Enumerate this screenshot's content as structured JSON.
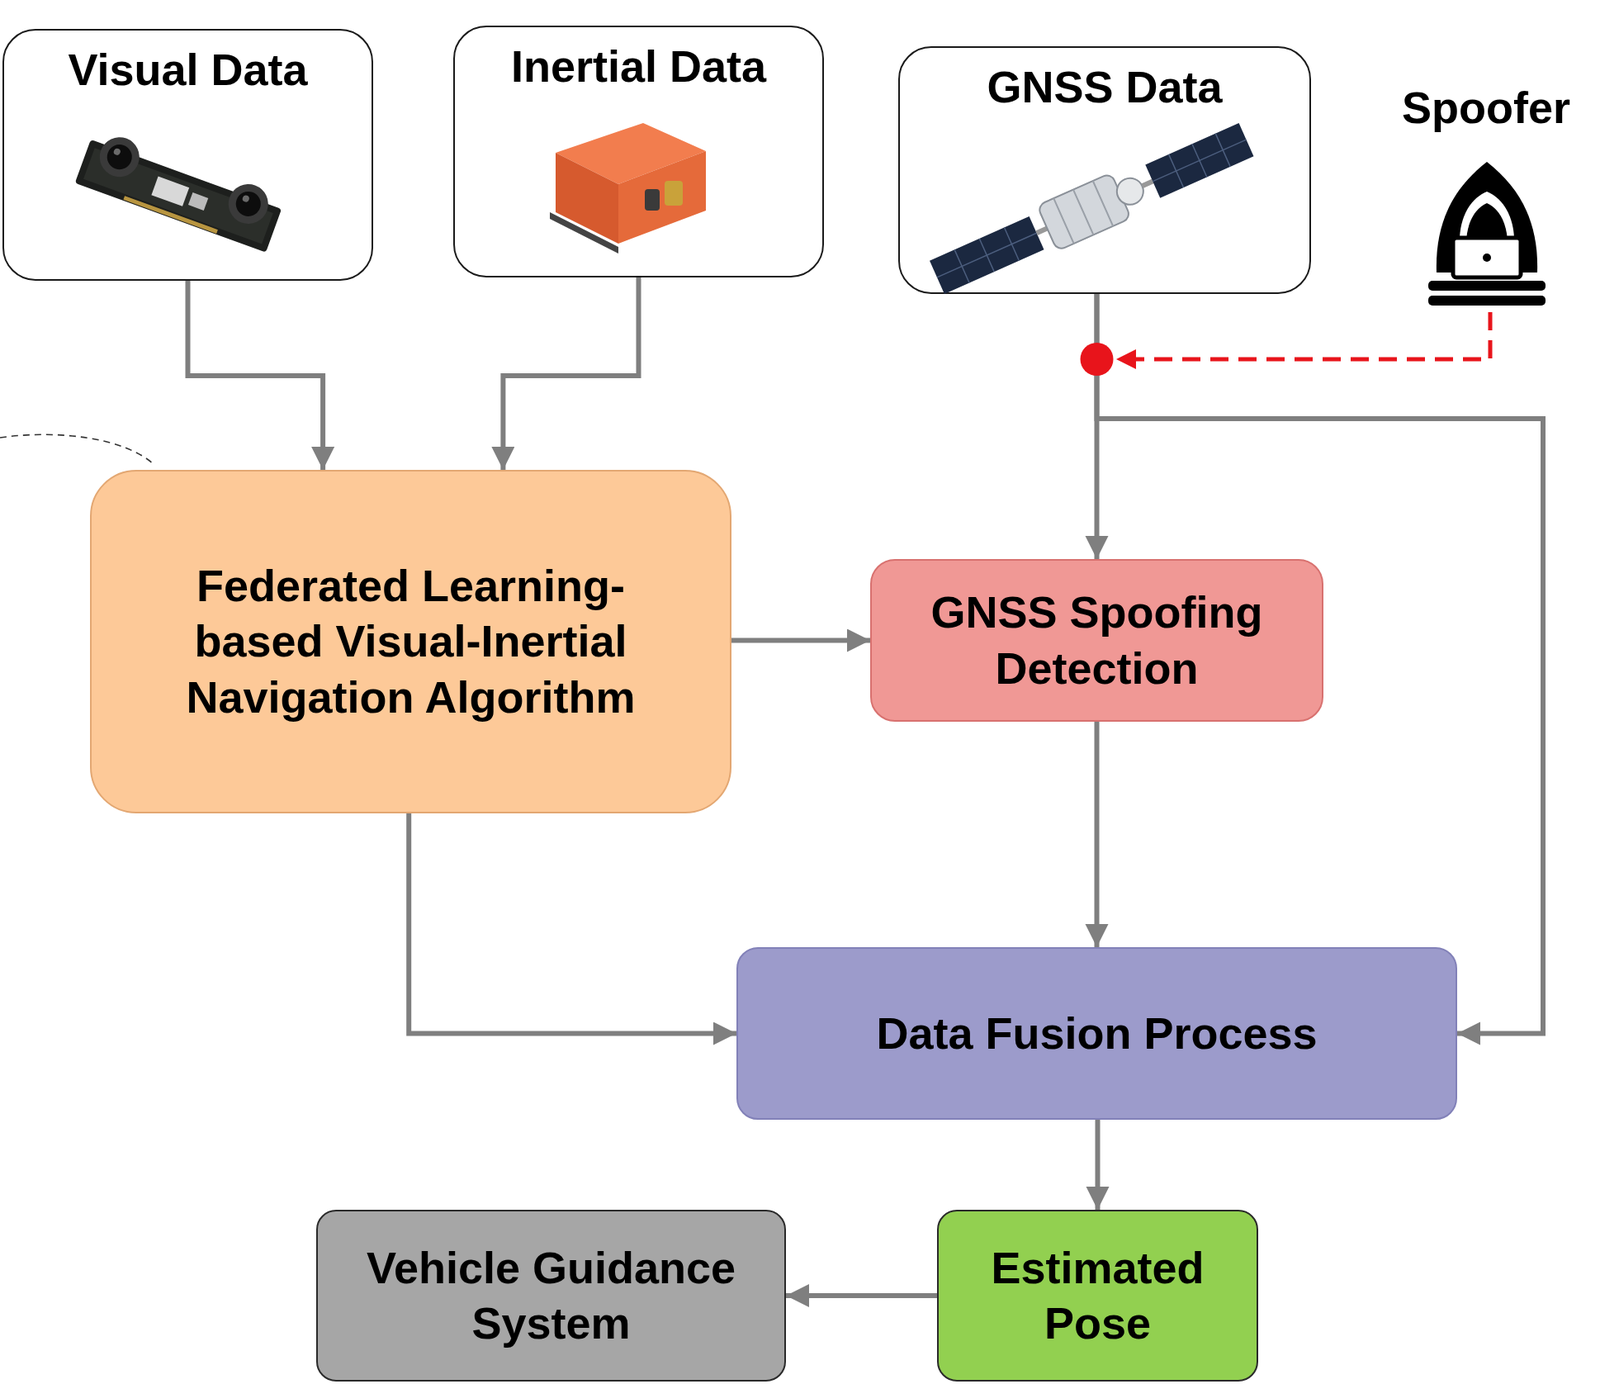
{
  "diagram": {
    "nodes": [
      {
        "text": [
          "Visual Data"
        ]
      },
      {
        "text": [
          "Inertial Data"
        ]
      },
      {
        "text": [
          "GNSS Data"
        ]
      },
      {
        "text": [
          "Federated Learning-based Visual-Inertial Navigation Algorithm"
        ]
      },
      {
        "text": [
          "GNSS Spoofing Detection"
        ]
      },
      {
        "text": [
          "Data Fusion Process"
        ]
      },
      {
        "text": [
          "Estimated Pose"
        ]
      },
      {
        "text": [
          "Vehicle Guidance System"
        ]
      }
    ],
    "edges": [
      {
        "from": 0,
        "to": 3,
        "arrow": "to"
      },
      {
        "from": 1,
        "to": 3,
        "arrow": "to"
      },
      {
        "from": 2,
        "to": 4,
        "arrow": "to"
      },
      {
        "from": 2,
        "to": 5,
        "arrow": "to"
      },
      {
        "from": 3,
        "to": 4,
        "arrow": "to"
      },
      {
        "from": 3,
        "to": 5,
        "arrow": "to"
      },
      {
        "from": 4,
        "to": 5,
        "arrow": "to"
      },
      {
        "from": 5,
        "to": 6,
        "arrow": "to"
      },
      {
        "from": 6,
        "to": 7,
        "arrow": "to"
      }
    ],
    "labels": [
      "Spoofer"
    ]
  }
}
